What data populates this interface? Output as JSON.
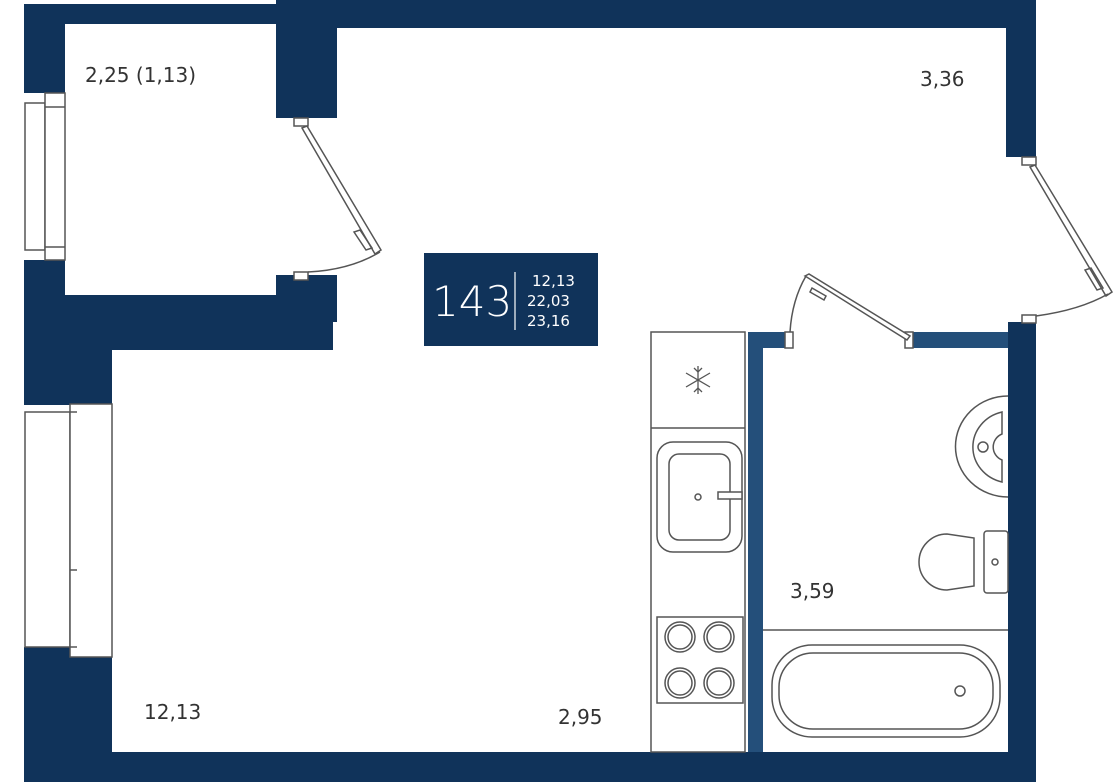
{
  "plan": {
    "apartment_number": "143",
    "areas": [
      "12,13",
      "22,03",
      "23,16"
    ],
    "rooms": {
      "balcony": "2,25 (1,13)",
      "hall": "3,36",
      "living": "12,13",
      "kitchen": "2,95",
      "bathroom": "3,59"
    },
    "icons": [
      "snowflake-icon"
    ]
  },
  "colors": {
    "wall": "#10335a",
    "partition": "#244f7a",
    "badge": "#10335a"
  }
}
